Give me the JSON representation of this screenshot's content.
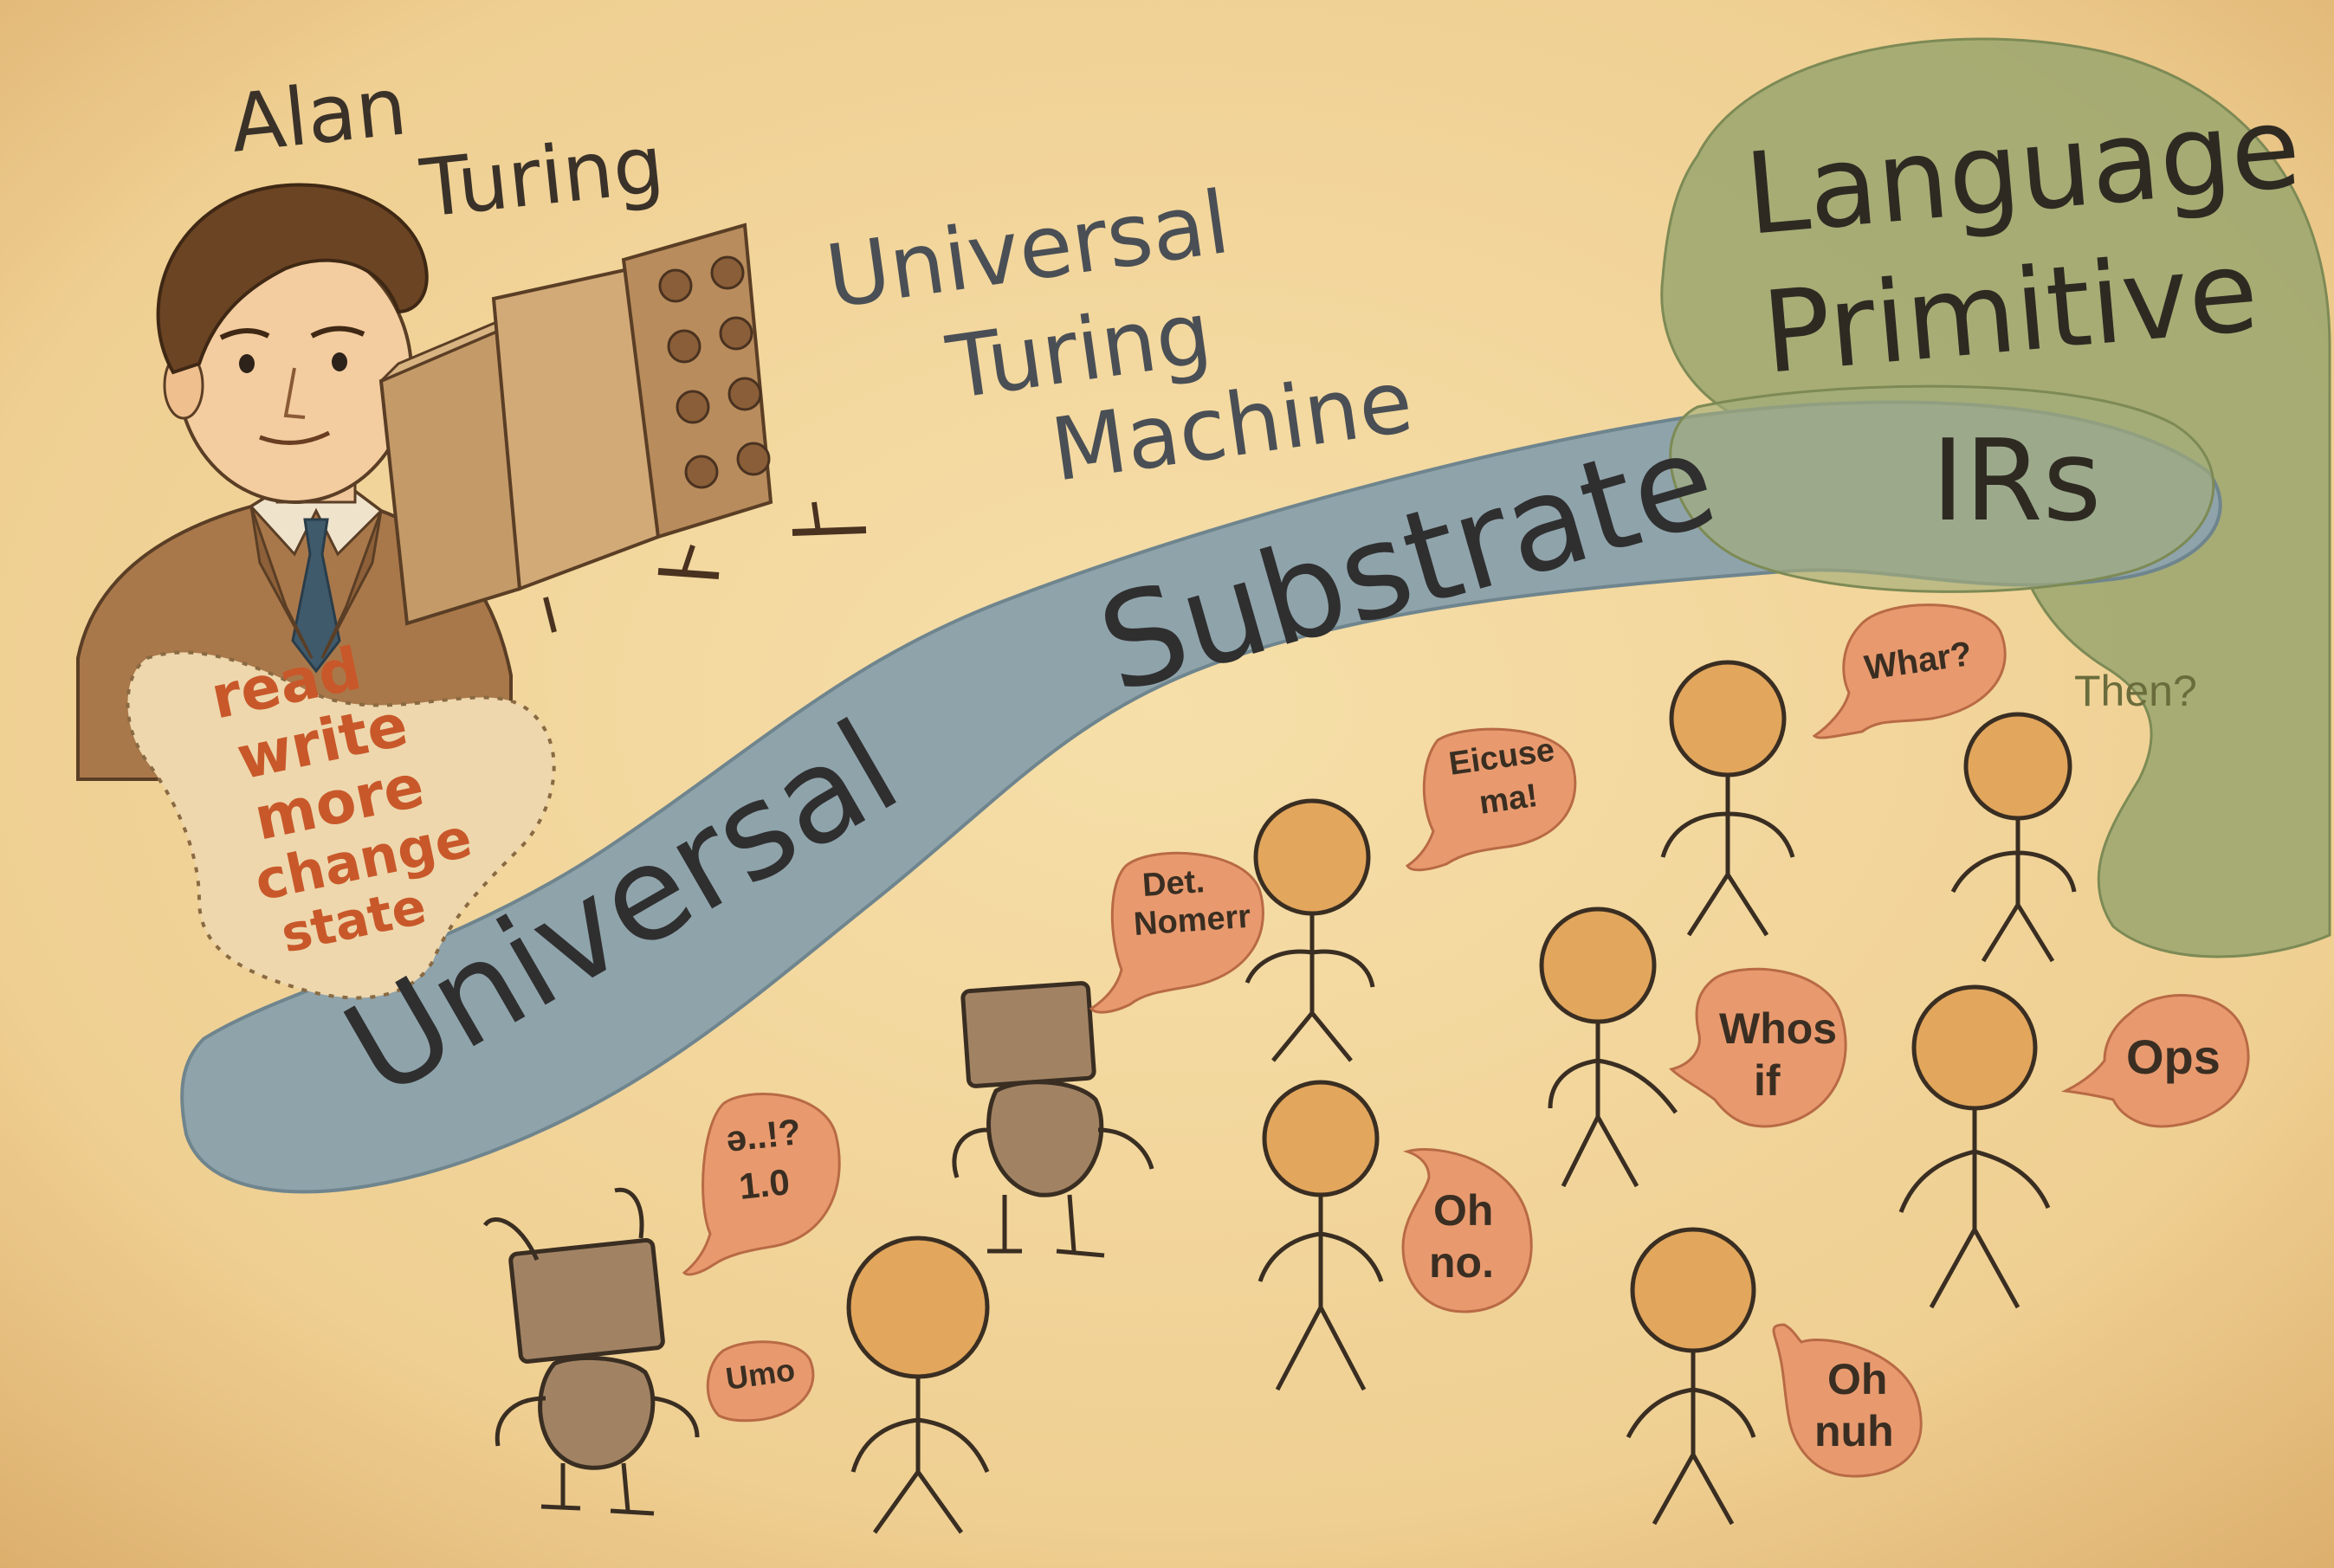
{
  "titles": {
    "person_name_line1": "Alan",
    "person_name_line2": "Turing",
    "machine_line1": "Universal",
    "machine_line2": "Turing",
    "machine_line3": "Machine",
    "language_line1": "Language",
    "language_line2": "Primitive",
    "irs": "IRs",
    "substrate_word1": "Universal",
    "substrate_word2": "Substrate",
    "then": "Then?"
  },
  "tape": {
    "line1": "read",
    "line2": "write",
    "line3": "more",
    "line4": "change",
    "line5": "state"
  },
  "bubbles": {
    "whar": "Whar?",
    "excuse_line1": "Eicuse",
    "excuse_line2": "ma!",
    "det_line1": "Det.",
    "det_line2": "Nomerr",
    "whos_line1": "Whos",
    "whos_line2": "if",
    "ops": "Ops",
    "robot_line1": "ə..!?",
    "robot_line2": "1.0",
    "ohno_line1": "Oh",
    "ohno_line2": "no.",
    "umo": "Umo",
    "ohnuh_line1": "Oh",
    "ohnuh_line2": "nuh"
  },
  "colors": {
    "paper": "#f1d49a",
    "ink": "#3a3229",
    "substrate_blue": "#8fa3ab",
    "blob_green": "#9aa66e",
    "bubble_orange": "#e89a6e",
    "figure_orange": "#e2a65c",
    "tape_text_orange": "#c8582a"
  }
}
